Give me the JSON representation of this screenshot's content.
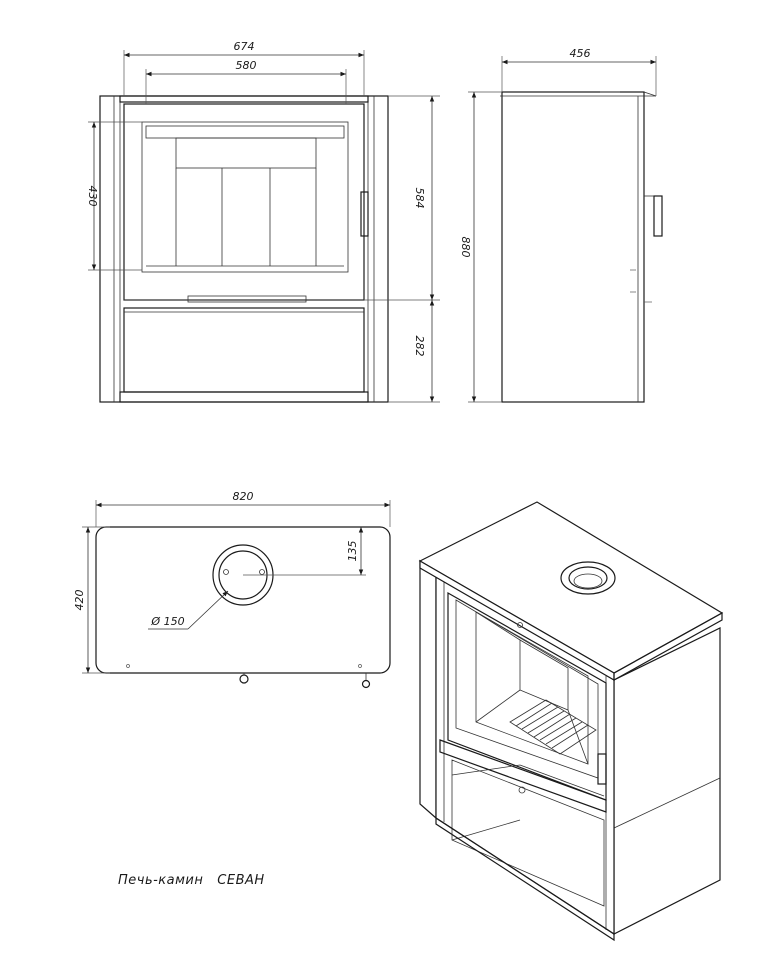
{
  "front_view": {
    "width_outer": "674",
    "width_inner": "580",
    "door_height": "430",
    "height_upper": "584",
    "height_base": "282"
  },
  "side_view": {
    "depth": "456",
    "height_total": "880"
  },
  "top_view": {
    "width": "820",
    "depth": "420",
    "flue_offset": "135",
    "flue_diameter": "Ø 150"
  },
  "caption": "Печь-камин   СЕВАН"
}
